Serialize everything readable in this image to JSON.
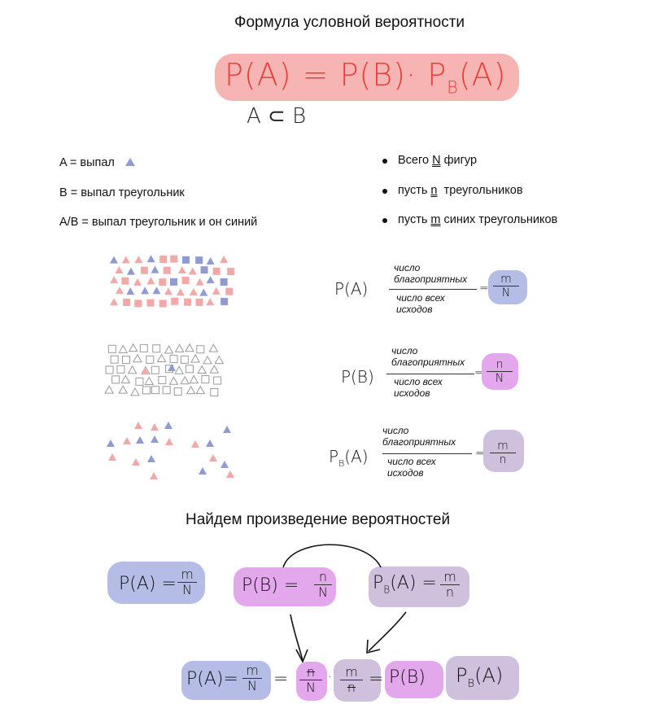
{
  "title": "Формула условной вероятности",
  "formula": {
    "lhs": "P(A)",
    "eq": "=",
    "rhs1": "P(B)",
    "dot": "·",
    "rhs2_p": "P",
    "rhs2_sub": "B",
    "rhs2_arg": "(A)",
    "subset": "A ⊂ B"
  },
  "definitions": [
    {
      "text": "A = выпал"
    },
    {
      "text": "B = выпал треугольник"
    },
    {
      "text": "A/B = выпал треугольник и он синий"
    }
  ],
  "bullets": [
    {
      "pre": "Всего ",
      "var": "N",
      "post": " фигур"
    },
    {
      "pre": "пусть ",
      "var": "n",
      "post": "  треугольников"
    },
    {
      "pre": "пусть ",
      "var": "m",
      "post": " синих треугольников"
    }
  ],
  "fractions": [
    {
      "label": "P(A)",
      "num": "число\nблагоприятных",
      "den": "число всех\nисходов",
      "top": "m",
      "bot": "N"
    },
    {
      "label": "P(B)",
      "num": "число\nблагоприятных",
      "den": "число всех\nисходов",
      "top": "n",
      "bot": "N"
    },
    {
      "label": "P",
      "label_sub": "B",
      "label_arg": "(A)",
      "num": "число\nблагоприятных",
      "den": "число всех\nисходов",
      "top": "m",
      "bot": "n"
    }
  ],
  "subtitle": "Найдем произведение вероятностей",
  "bottom": {
    "pa": {
      "label": "P(A)",
      "top": "m",
      "bot": "N"
    },
    "pb": {
      "label": "P(B)",
      "top": "n",
      "bot": "N"
    },
    "pba": {
      "p": "P",
      "sub": "B",
      "arg": "(A)",
      "top": "m",
      "bot": "n"
    },
    "result": {
      "label": "P(A)",
      "top": "m",
      "bot": "N",
      "f1top": "n",
      "f1bot": "N",
      "f2top": "m",
      "f2bot": "n",
      "pb": "P(B)",
      "pba_p": "P",
      "pba_sub": "B",
      "pba_arg": "(A)"
    }
  },
  "colors": {
    "pink": "#f6b5b3",
    "blue": "#b5bde6",
    "violet": "#e3a8ec",
    "lilac": "#cfc0de",
    "red": "#e8403a",
    "shape_red": "#f2a8a6",
    "shape_blue": "#8f9bd1"
  }
}
